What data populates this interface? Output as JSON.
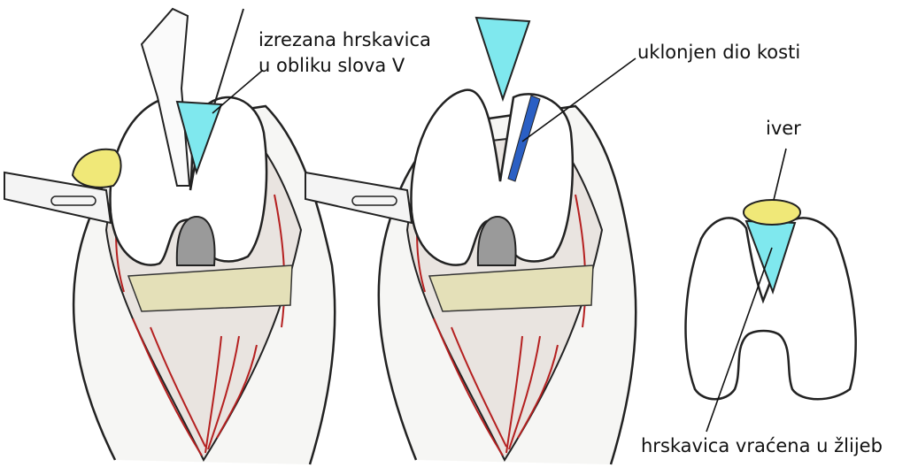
{
  "labels": {
    "cut_cartilage_line1": "izrezana hrskavica",
    "cut_cartilage_line2": "u obliku slova V",
    "removed_bone": "uklonjen dio kosti",
    "chip": "iver",
    "cartilage_returned": "hrskavica vraćena u žlijeb"
  },
  "colors": {
    "cartilage": "#7fe8ee",
    "bone_chip": "#f0e878",
    "removed_bone": "#2a5fc4",
    "tissue_red": "#b52020",
    "outline": "#222222",
    "skin": "#f6f6f4"
  }
}
